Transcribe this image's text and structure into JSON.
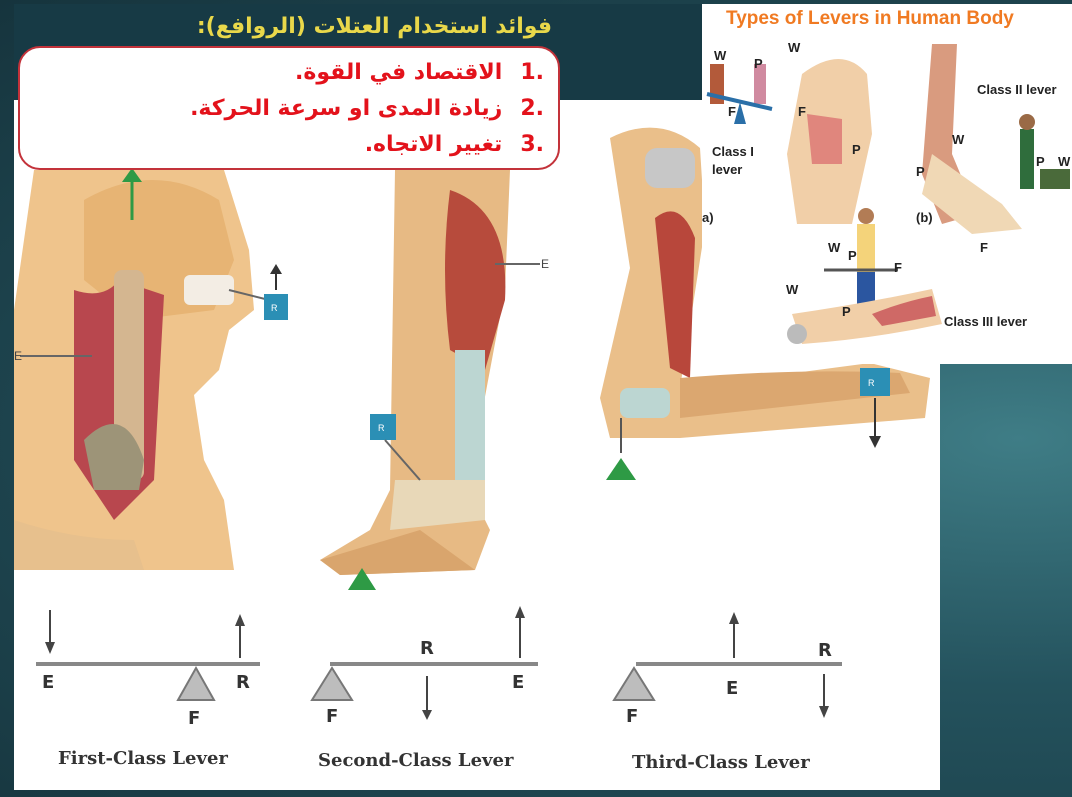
{
  "slide": {
    "title": "فوائد استخدام العتلات (الروافع):",
    "items": [
      {
        "num": ".1",
        "text": "الاقتصاد في القوة."
      },
      {
        "num": ".2",
        "text": "زيادة المدى او سرعة الحركة."
      },
      {
        "num": ".3",
        "text": "تغيير الاتجاه."
      }
    ]
  },
  "inset": {
    "title": "Types of Levers in Human Body",
    "labels": {
      "class1": "Class I lever",
      "class1_l1": "Class I",
      "class1_l2": "lever",
      "class2": "Class II lever",
      "class3": "Class III lever",
      "a": "a)",
      "b": "(b)",
      "W": "W",
      "P": "P",
      "F": "F"
    }
  },
  "anatomy": {
    "E": "E",
    "R": "R"
  },
  "levers": [
    {
      "caption": "First-Class Lever",
      "E": "E",
      "R": "R",
      "F": "F"
    },
    {
      "caption": "Second-Class Lever",
      "E": "E",
      "R": "R",
      "F": "F"
    },
    {
      "caption": "Third-Class Lever",
      "E": "E",
      "R": "R",
      "F": "F"
    }
  ],
  "colors": {
    "title": "#e9d84a",
    "list_text": "#e3121b",
    "list_border": "#c3323a",
    "inset_title": "#f07a22",
    "fulcrum_green": "#2e9a45",
    "resistance_blue": "#2b8fb5"
  }
}
